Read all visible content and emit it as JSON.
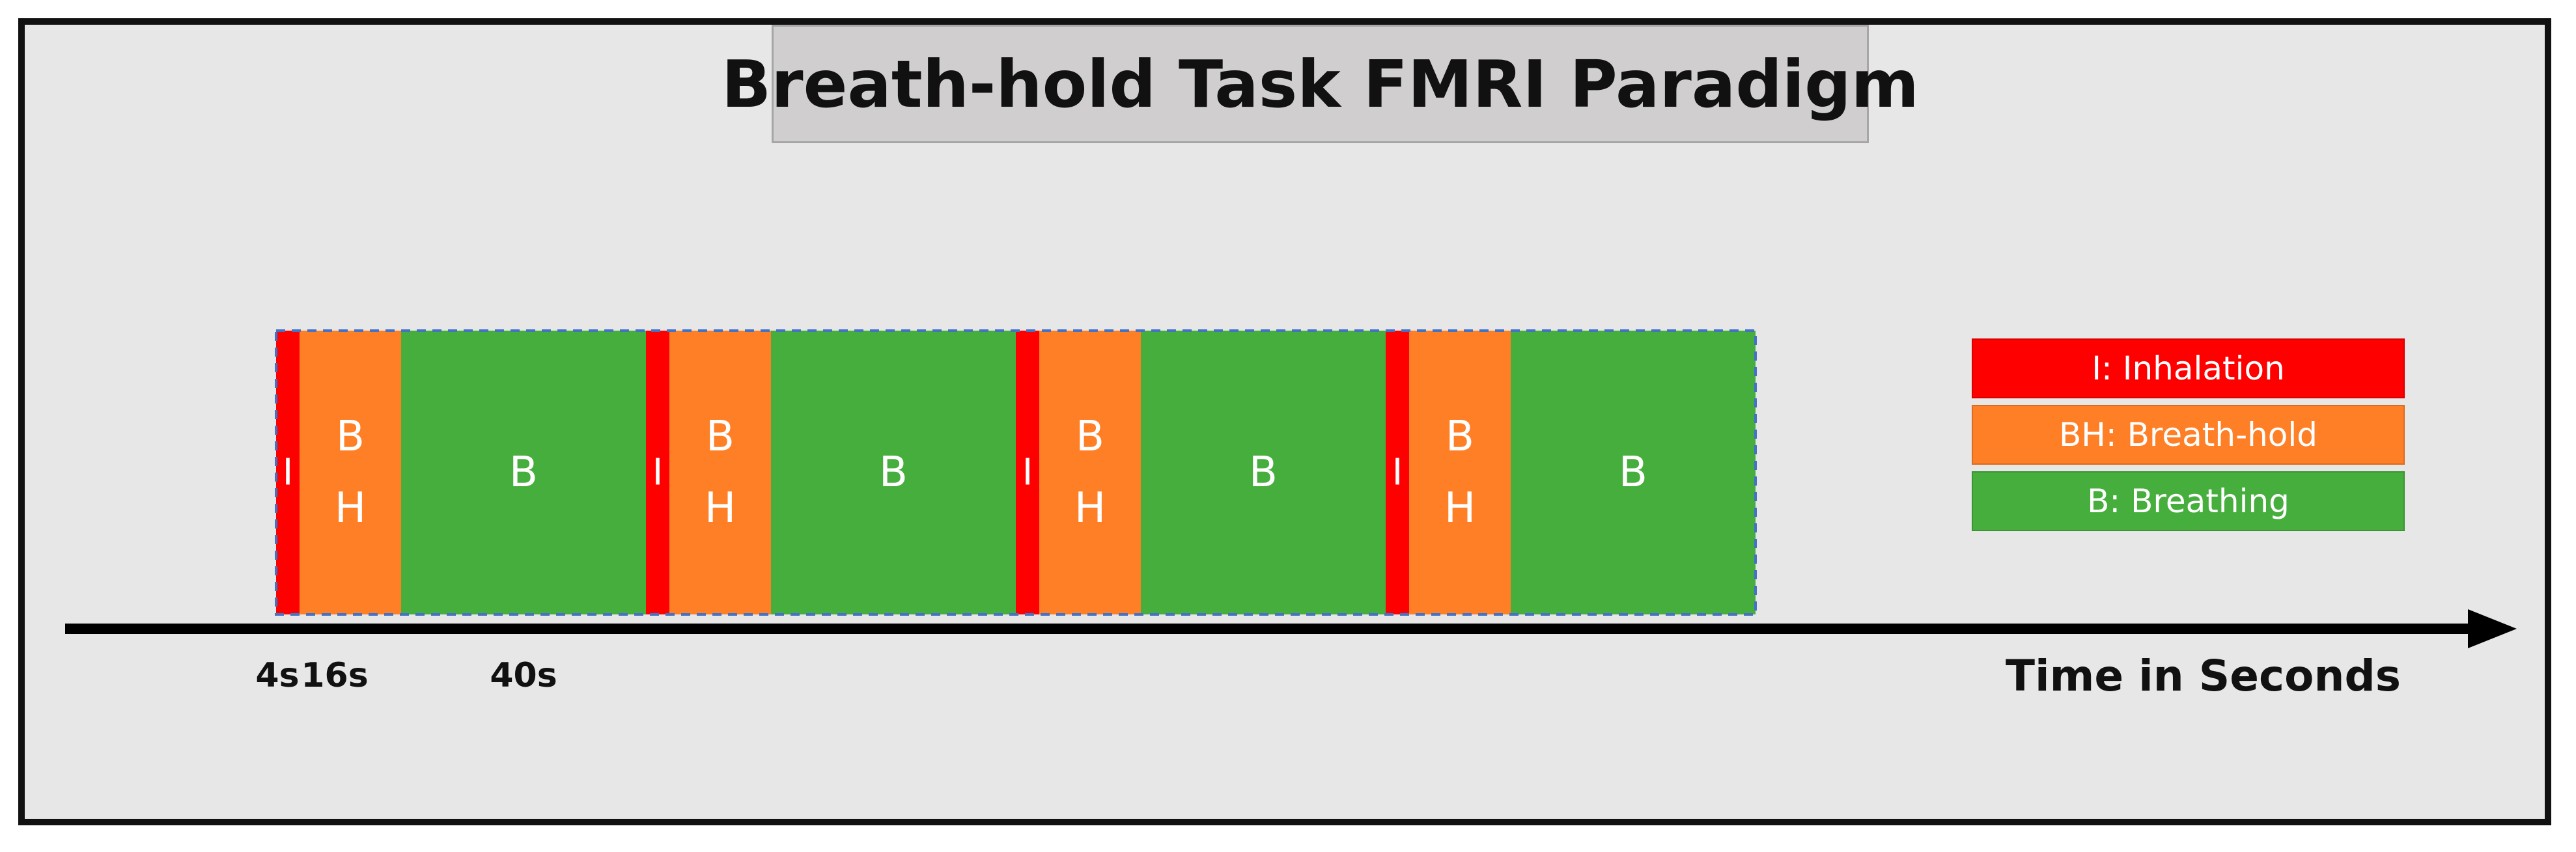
{
  "title": "Breath-hold Task FMRI Paradigm",
  "colors": {
    "inhalation": "#ff0000",
    "breath_hold": "#ff7f27",
    "breathing": "#46ae3c",
    "frame_bg": "#e7e7e7",
    "title_bg": "#d0cece"
  },
  "cycles": [
    {
      "segments": [
        {
          "type": "inhalation",
          "label": "I"
        },
        {
          "type": "breath_hold",
          "label_lines": [
            "B",
            "H"
          ]
        },
        {
          "type": "breathing",
          "label": "B"
        }
      ]
    },
    {
      "segments": [
        {
          "type": "inhalation",
          "label": "I"
        },
        {
          "type": "breath_hold",
          "label_lines": [
            "B",
            "H"
          ]
        },
        {
          "type": "breathing",
          "label": "B"
        }
      ]
    },
    {
      "segments": [
        {
          "type": "inhalation",
          "label": "I"
        },
        {
          "type": "breath_hold",
          "label_lines": [
            "B",
            "H"
          ]
        },
        {
          "type": "breathing",
          "label": "B"
        }
      ]
    },
    {
      "segments": [
        {
          "type": "inhalation",
          "label": "I"
        },
        {
          "type": "breath_hold",
          "label_lines": [
            "B",
            "H"
          ]
        },
        {
          "type": "breathing",
          "label": "B"
        }
      ]
    }
  ],
  "durations": [
    {
      "type": "inhalation",
      "label": "4s"
    },
    {
      "type": "breath_hold",
      "label": "16s"
    },
    {
      "type": "breathing",
      "label": "40s"
    }
  ],
  "legend": [
    {
      "type": "inhalation",
      "label": "I: Inhalation"
    },
    {
      "type": "breath_hold",
      "label": "BH: Breath-hold"
    },
    {
      "type": "breathing",
      "label": "B: Breathing"
    }
  ],
  "axis_label": "Time in Seconds"
}
